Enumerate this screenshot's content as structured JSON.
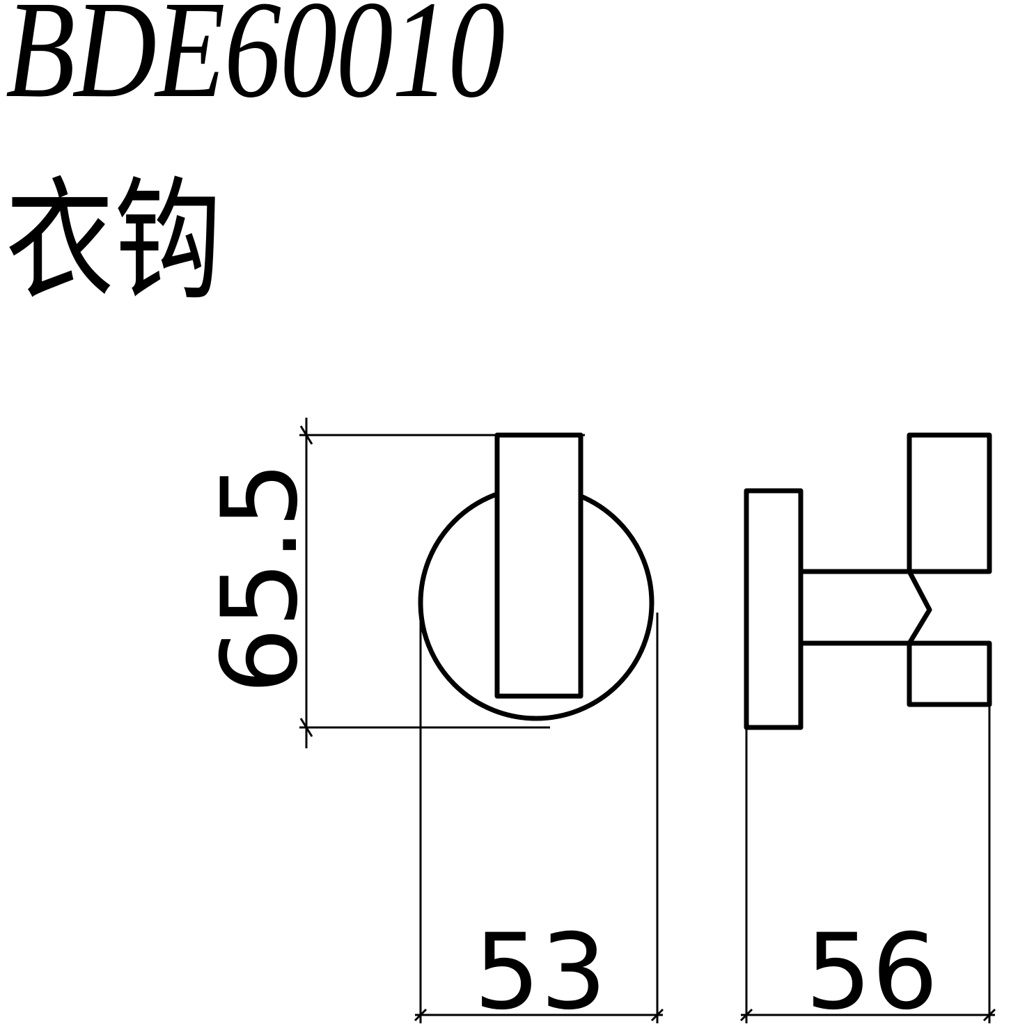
{
  "title": {
    "model_code": "BDE60010",
    "product_name": "衣钩"
  },
  "dimensions": {
    "height": "65.5",
    "front_width": "53",
    "side_depth": "56"
  }
}
